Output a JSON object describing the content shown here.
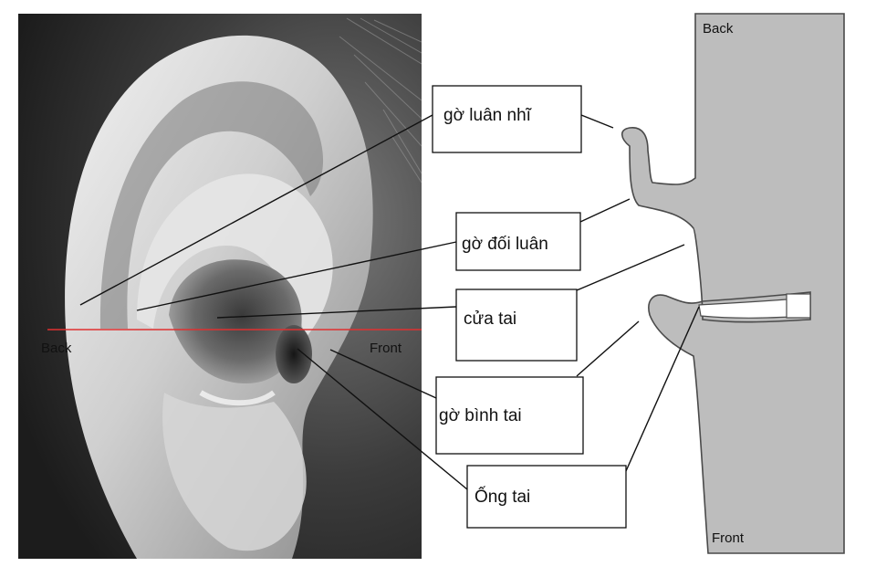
{
  "photo": {
    "back_label": "Back",
    "front_label": "Front"
  },
  "labels": [
    {
      "id": "helix",
      "text": "gờ luân nhĩ"
    },
    {
      "id": "antihelix",
      "text": "gờ đối luân"
    },
    {
      "id": "concha",
      "text": "cửa tai"
    },
    {
      "id": "tragus",
      "text": "gờ bình tai"
    },
    {
      "id": "canal",
      "text": "Ống tai"
    }
  ],
  "section": {
    "back_label": "Back",
    "front_label": "Front"
  },
  "colors": {
    "section_fill": "#bdbdbd",
    "section_stroke": "#4a4a4a",
    "reference_line": "#e03030",
    "leader": "#111111"
  }
}
